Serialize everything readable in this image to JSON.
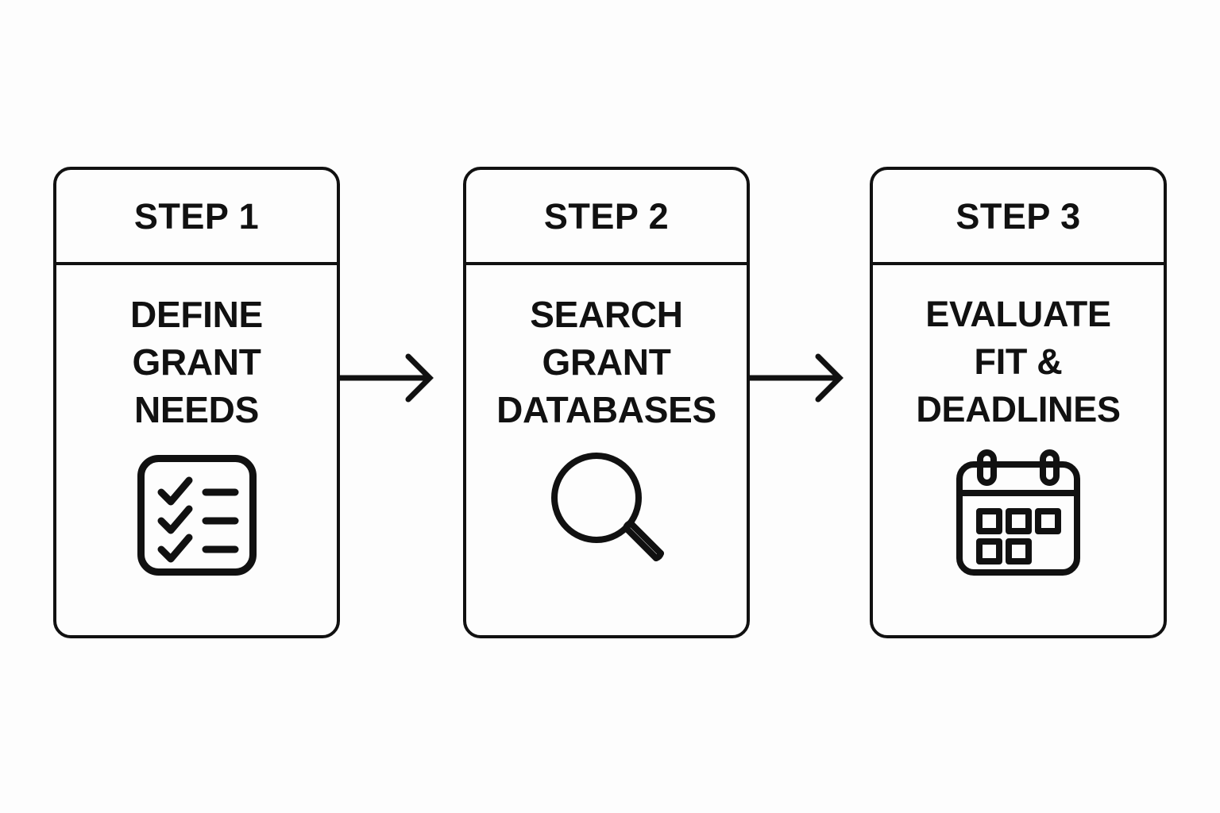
{
  "diagram": {
    "title": "Grant seeking process - three steps",
    "background_color": "#fdfdfd",
    "line_color": "#111111",
    "orientation": "horizontal"
  },
  "steps": [
    {
      "header": "STEP 1",
      "title": "DEFINE\nGRANT\nNEEDS",
      "title_lines": [
        "DEFINE",
        "GRANT",
        "NEEDS"
      ],
      "icon": "checklist-icon"
    },
    {
      "header": "STEP 2",
      "title": "SEARCH\nGRANT\nDATABASES",
      "title_lines": [
        "SEARCH",
        "GRANT",
        "DATABASES"
      ],
      "icon": "magnifying-glass-icon"
    },
    {
      "header": "STEP 3",
      "title": "EVALUATE\nFIT &\nDEADLINES",
      "title_lines": [
        "EVALUATE",
        "FIT &",
        "DEADLINES"
      ],
      "icon": "calendar-icon"
    }
  ],
  "connectors": [
    {
      "name": "arrow-step1-to-step2",
      "direction": "right"
    },
    {
      "name": "arrow-step2-to-step3",
      "direction": "right"
    }
  ]
}
